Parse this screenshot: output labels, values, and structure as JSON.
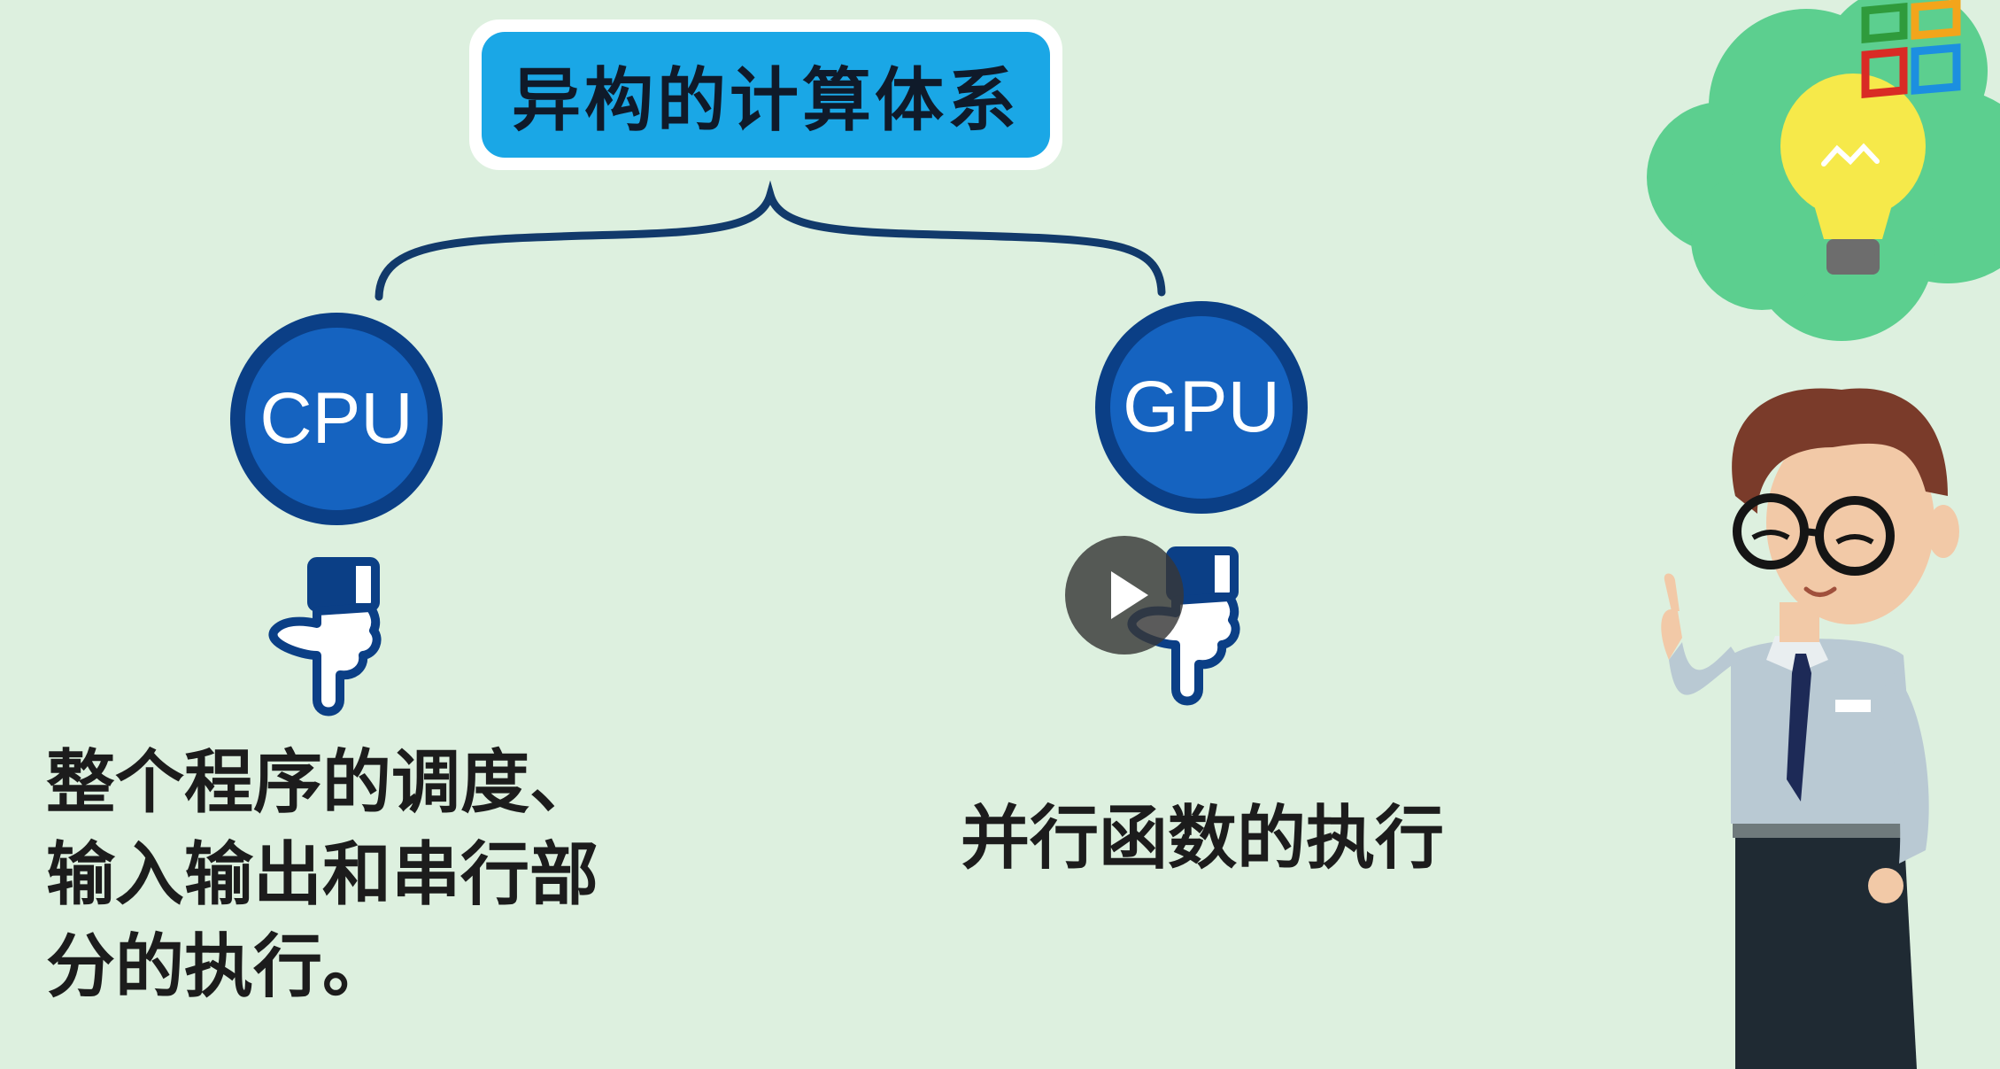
{
  "diagram": {
    "title": "异构的计算体系",
    "nodes": [
      {
        "id": "cpu",
        "label": "CPU",
        "description": [
          "整个程序的调度、",
          "输入输出和串行部",
          "分的执行。"
        ]
      },
      {
        "id": "gpu",
        "label": "GPU",
        "description": [
          "并行函数的执行"
        ]
      }
    ]
  },
  "colors": {
    "background": "#ddf0df",
    "title_fill": "#1aa7e6",
    "node_dark": "#0b3f86",
    "node_fill": "#1563c0",
    "brace": "#123a6b"
  },
  "icons": [
    "curly-brace-icon",
    "pointing-hand-icon",
    "play-icon",
    "lightbulb-icon",
    "cloud-icon",
    "window-logo-icon",
    "presenter-illustration"
  ]
}
